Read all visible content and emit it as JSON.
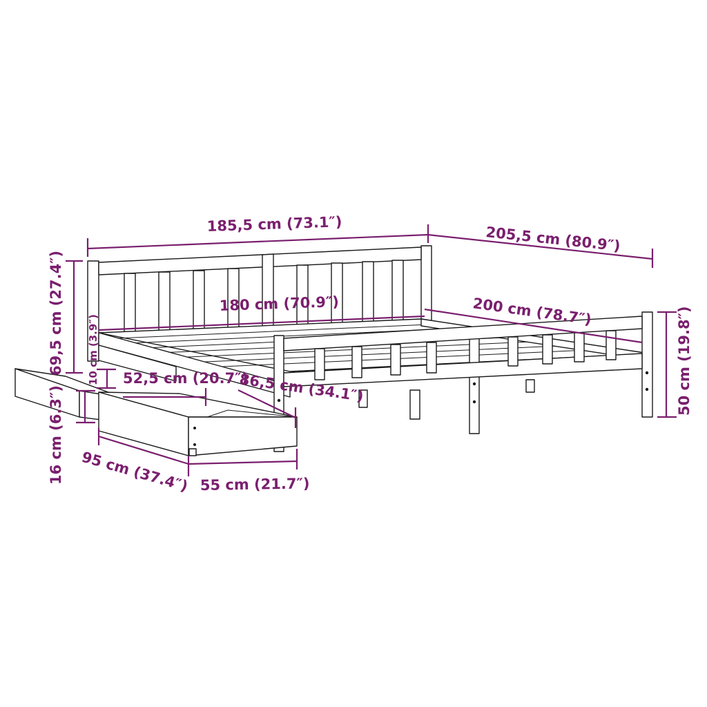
{
  "colors": {
    "dimension": "#7a1f6e",
    "outline": "#1a1a1a",
    "background": "#ffffff"
  },
  "dimensions": {
    "headboard_width": "185,5 cm (73.1″)",
    "total_length": "205,5 cm (80.9″)",
    "mattress_width": "180 cm (70.9″)",
    "mattress_length": "200 cm (78.7″)",
    "headboard_height": "69,5 cm (27.4″)",
    "under_clearance": "10 cm (3.9″)",
    "footboard_height": "50 cm (19.8″)",
    "drawer_depth_inner": "52,5 cm (20.7″)",
    "side_length": "86,5 cm (34.1″)",
    "drawer_height": "16 cm (6.3″)",
    "drawer_length": "95 cm (37.4″)",
    "drawer_width": "55 cm (21.7″)"
  }
}
